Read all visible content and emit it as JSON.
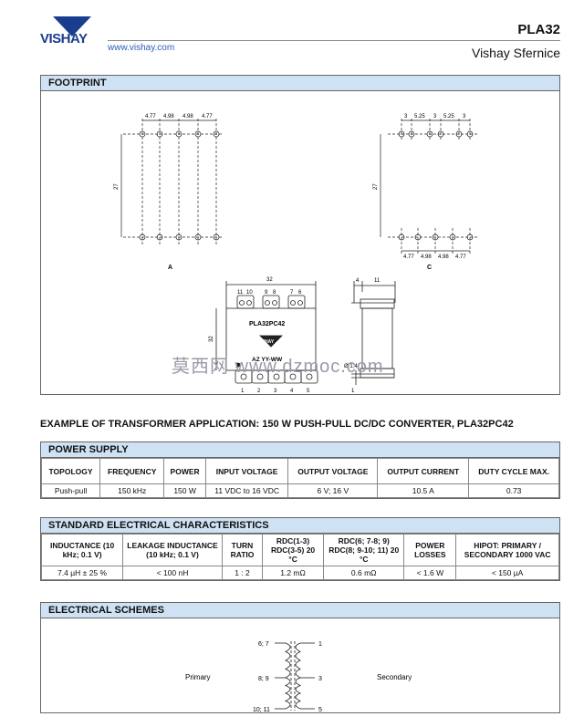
{
  "header": {
    "brand": "VISHAY",
    "url": "www.vishay.com",
    "part": "PLA32",
    "company": "Vishay Sfernice"
  },
  "footprint": {
    "title": "FOOTPRINT",
    "a_top_dims": [
      "4.77",
      "4.98",
      "4.98",
      "4.77"
    ],
    "a_height": "27",
    "a_label": "A",
    "c_top_dims": [
      "3",
      "5.25",
      "3",
      "5.25",
      "3"
    ],
    "c_height": "27",
    "c_bottom_dims": [
      "4.77",
      "4.98",
      "4.98",
      "4.77"
    ],
    "c_label": "C",
    "body_width": "32",
    "body_height": "32",
    "top_pins": [
      "11",
      "10",
      "9",
      "8",
      "7",
      "6"
    ],
    "model": "PLA32PC42",
    "logo": "VISHAY",
    "date_code": "AZ YY-WW",
    "bottom_pins": [
      "1",
      "2",
      "3",
      "4",
      "5"
    ],
    "pin_dot_label": "1",
    "side_dims": [
      "4",
      "11"
    ],
    "diameter": "Ø 1.4",
    "side_pin": "1"
  },
  "watermark": "莫西网 www.dzmoc.com",
  "example_title": "EXAMPLE OF TRANSFORMER APPLICATION: 150 W PUSH-PULL DC/DC CONVERTER, PLA32PC42",
  "power_supply": {
    "title": "POWER SUPPLY",
    "headers": [
      "TOPOLOGY",
      "FREQUENCY",
      "POWER",
      "INPUT VOLTAGE",
      "OUTPUT VOLTAGE",
      "OUTPUT CURRENT",
      "DUTY CYCLE MAX."
    ],
    "values": [
      "Push-pull",
      "150 kHz",
      "150 W",
      "11 VDC to 16 VDC",
      "6 V; 16 V",
      "10.5 A",
      "0.73"
    ]
  },
  "electrical": {
    "title": "STANDARD ELECTRICAL CHARACTERISTICS",
    "headers": [
      "INDUCTANCE (10 kHz; 0.1 V)",
      "LEAKAGE INDUCTANCE (10 kHz; 0.1 V)",
      "TURN RATIO",
      "RDC(1-3) RDC(3-5) 20 °C",
      "RDC(6; 7-8; 9) RDC(8; 9-10; 11) 20 °C",
      "POWER LOSSES",
      "HIPOT: PRIMARY / SECONDARY 1000 VAC"
    ],
    "values": [
      "7.4 µH ± 25 %",
      "< 100 nH",
      "1 : 2",
      "1.2 mΩ",
      "0.6 mΩ",
      "< 1.6 W",
      "< 150 µA"
    ]
  },
  "schemes": {
    "title": "ELECTRICAL SCHEMES",
    "primary": "Primary",
    "secondary": "Secondary",
    "left_pins": [
      "6; 7",
      "8; 9",
      "10; 11"
    ],
    "right_pins": [
      "1",
      "3",
      "5"
    ]
  }
}
